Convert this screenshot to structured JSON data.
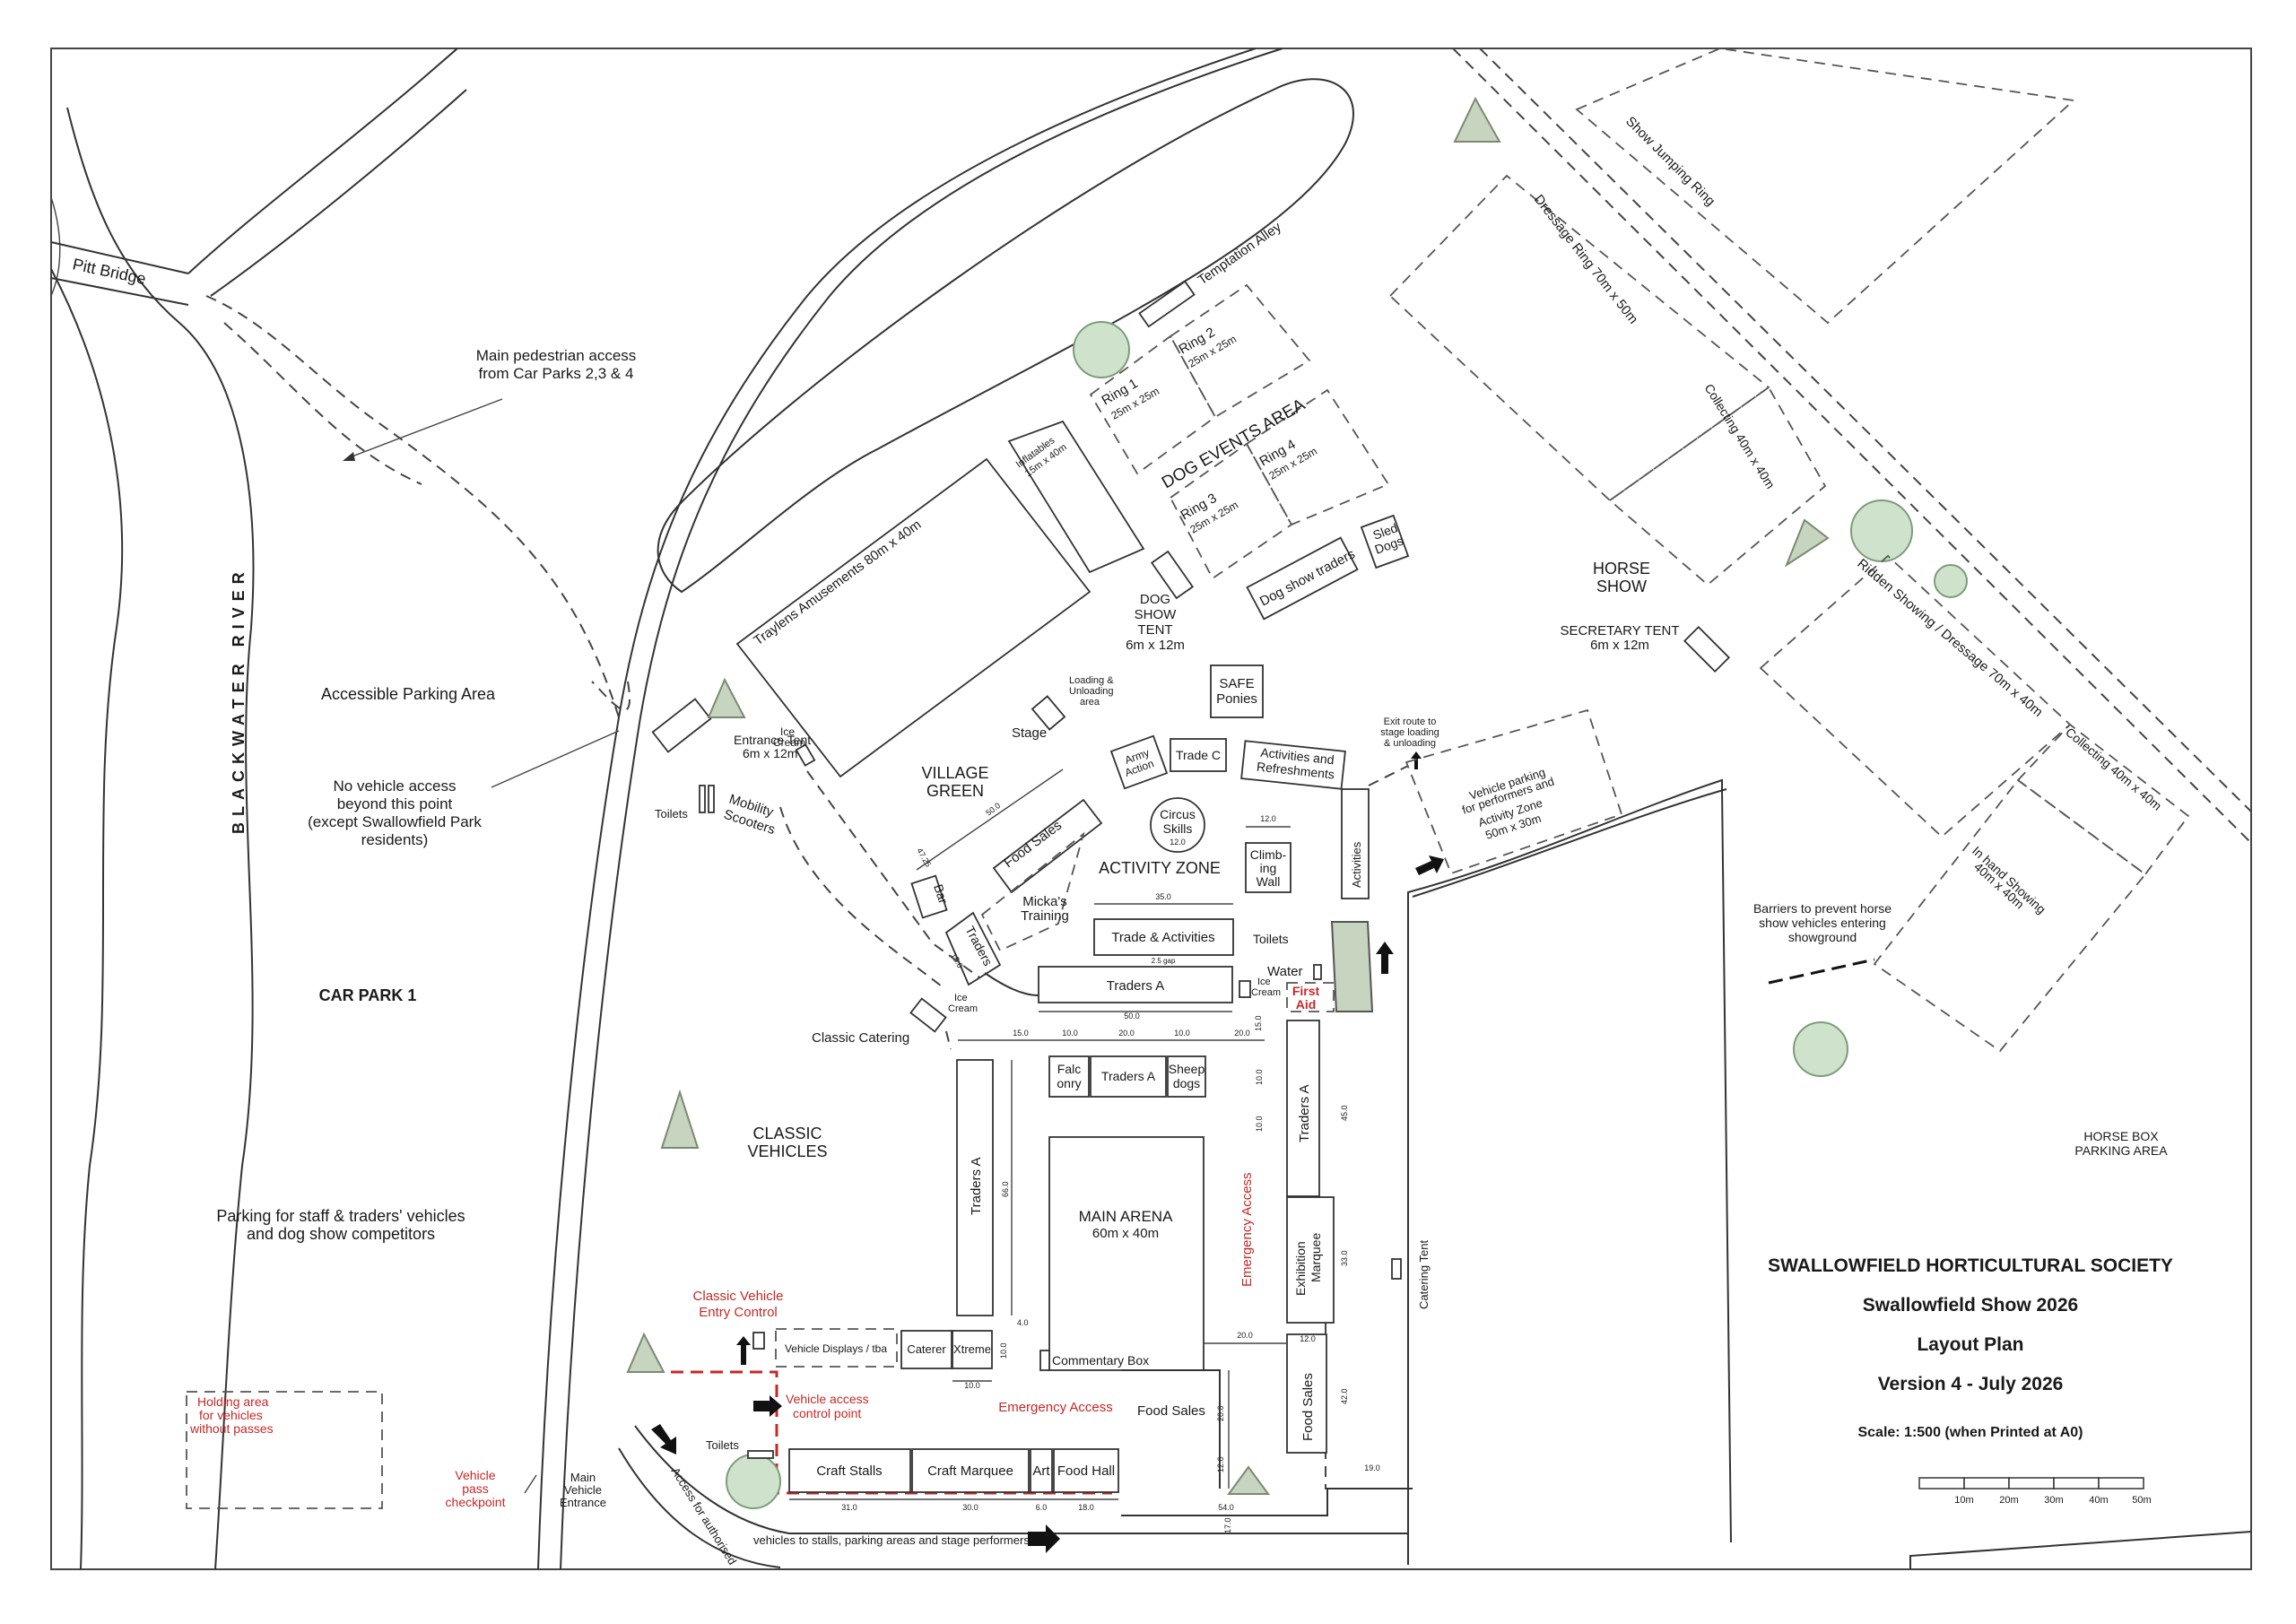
{
  "labels": {
    "pitt_bridge": "Pitt Bridge",
    "river": "BLACKWATER RIVER",
    "main_ped_1": "Main pedestrian access",
    "main_ped_2": "from Car Parks 2,3 & 4",
    "accessible_parking": "Accessible Parking Area",
    "no_vehicle_1": "No vehicle access",
    "no_vehicle_2": "beyond this point",
    "no_vehicle_3": "(except Swallowfield Park",
    "no_vehicle_4": "residents)",
    "car_park_1": "CAR PARK 1",
    "staff_parking_1": "Parking for staff & traders' vehicles",
    "staff_parking_2": "and dog show competitors",
    "holding_1": "Holding area",
    "holding_2": "for vehicles",
    "holding_3": "without passes",
    "pass_checkpoint_1": "Vehicle",
    "pass_checkpoint_2": "pass",
    "pass_checkpoint_3": "checkpoint",
    "main_vehicle_1": "Main",
    "main_vehicle_2": "Vehicle",
    "main_vehicle_3": "Entrance",
    "access_authorised_1": "Access for authorised",
    "access_authorised_2": "vehicles to stalls, parking areas and stage performers",
    "entrance_tent_1": "Entrance Tent",
    "entrance_tent_2": "6m x 12m",
    "ice_cream": "Ice Cream",
    "ice_cream_a": "Ice",
    "ice_cream_b": "Cream",
    "toilets": "Toilets",
    "mobility_1": "Mobility",
    "mobility_2": "Scooters",
    "traylens": "Traylens Amusements 80m x 40m",
    "inflatables_1": "Inflatables",
    "inflatables_2": "15m x 40m",
    "temptation": "Temptation Alley",
    "ring1_a": "Ring 1",
    "ring1_b": "25m x 25m",
    "ring2_a": "Ring 2",
    "ring2_b": "25m x 25m",
    "ring3_a": "Ring 3",
    "ring3_b": "25m x 25m",
    "ring4_a": "Ring 4",
    "ring4_b": "25m x 25m",
    "dog_events": "DOG EVENTS AREA",
    "dog_show_traders": "Dog show traders",
    "sled_1": "Sled",
    "sled_2": "Dogs",
    "dog_tent_1": "DOG",
    "dog_tent_2": "SHOW",
    "dog_tent_3": "TENT",
    "dog_tent_4": "6m x 12m",
    "safe_1": "SAFE",
    "safe_2": "Ponies",
    "loading_1": "Loading &",
    "loading_2": "Unloading",
    "loading_3": "area",
    "stage": "Stage",
    "village_1": "VILLAGE",
    "village_2": "GREEN",
    "army_1": "Army",
    "army_2": "Action",
    "trade_c": "Trade C",
    "activities_refresh_1": "Activities and",
    "activities_refresh_2": "Refreshments",
    "circus_1": "Circus",
    "circus_2": "Skills",
    "circus_3": "12.0",
    "activity_zone": "ACTIVITY ZONE",
    "climbing_1": "Climb-",
    "climbing_2": "ing",
    "climbing_3": "Wall",
    "activities": "Activities",
    "food_sales": "Food Sales",
    "bar": "Bar",
    "traders": "Traders",
    "mickas_1": "Micka's",
    "mickas_2": "Training",
    "trade_activities": "Trade & Activities",
    "traders_a": "Traders A",
    "water": "Water",
    "first_aid_1": "First",
    "first_aid_2": "Aid",
    "classic_catering": "Classic Catering",
    "falconry_1": "Falc",
    "falconry_2": "onry",
    "sheepdogs_1": "Sheep",
    "sheepdogs_2": "dogs",
    "classic_vehicles_1": "CLASSIC",
    "classic_vehicles_2": "VEHICLES",
    "main_arena_1": "MAIN ARENA",
    "main_arena_2": "60m x 40m",
    "commentary": "Commentary Box",
    "emergency_access": "Emergency Access",
    "exhibition_1": "Exhibition",
    "exhibition_2": "Marquee",
    "catering_tent": "Catering Tent",
    "classic_entry_1": "Classic Vehicle",
    "classic_entry_2": "Entry Control",
    "vehicle_displays": "Vehicle Displays / tba",
    "caterer": "Caterer",
    "xtreme": "Xtreme",
    "vehicle_access_1": "Vehicle access",
    "vehicle_access_2": "control point",
    "craft_stalls": "Craft Stalls",
    "craft_marquee": "Craft Marquee",
    "art": "Art",
    "food_hall": "Food Hall",
    "show_jumping": "Show Jumping Ring",
    "dressage": "Dressage Ring 70m x 50m",
    "collecting_40": "Collecting 40m x 40m",
    "horse_show_1": "HORSE",
    "horse_show_2": "SHOW",
    "secretary_1": "SECRETARY TENT",
    "secretary_2": "6m x 12m",
    "ridden": "Ridden Showing / Dressage 70m x 40m",
    "in_hand_1": "In hand Showing",
    "in_hand_2": "40m x 40m",
    "exit_route_1": "Exit route to",
    "exit_route_2": "stage loading",
    "exit_route_3": "& unloading",
    "vehicle_parking_1": "Vehicle parking",
    "vehicle_parking_2": "for performers and",
    "vehicle_parking_3": "Activity Zone",
    "vehicle_parking_4": "50m x 30m",
    "barriers_1": "Barriers to prevent horse",
    "barriers_2": "show vehicles entering",
    "barriers_3": "showground",
    "horse_box_1": "HORSE BOX",
    "horse_box_2": "PARKING AREA"
  },
  "dimensions": {
    "d50": "50.0",
    "d47": "47.25",
    "d35": "35.0",
    "d12": "12.0",
    "d2_5": "2.5 gap",
    "d15": "15.0",
    "d10": "10.0",
    "d20": "20.0",
    "d66": "66.0",
    "d45": "45.0",
    "d33": "33.0",
    "d42": "42.0",
    "d4": "4.0",
    "d31": "31.0",
    "d30": "30.0",
    "d6": "6.0",
    "d18": "18.0",
    "d54": "54.0",
    "d17": "17.0",
    "d19": "19.0"
  },
  "title_block": {
    "society": "SWALLOWFIELD HORTICULTURAL SOCIETY",
    "show": "Swallowfield Show 2026",
    "plan": "Layout Plan",
    "version": "Version 4 - July 2026",
    "scale": "Scale: 1:500 (when Printed at A0)",
    "scale_ticks": [
      "10m",
      "20m",
      "30m",
      "40m",
      "50m"
    ]
  },
  "colors": {
    "tree_fill": "#cfe3cc",
    "annotation_red": "#c62828"
  }
}
